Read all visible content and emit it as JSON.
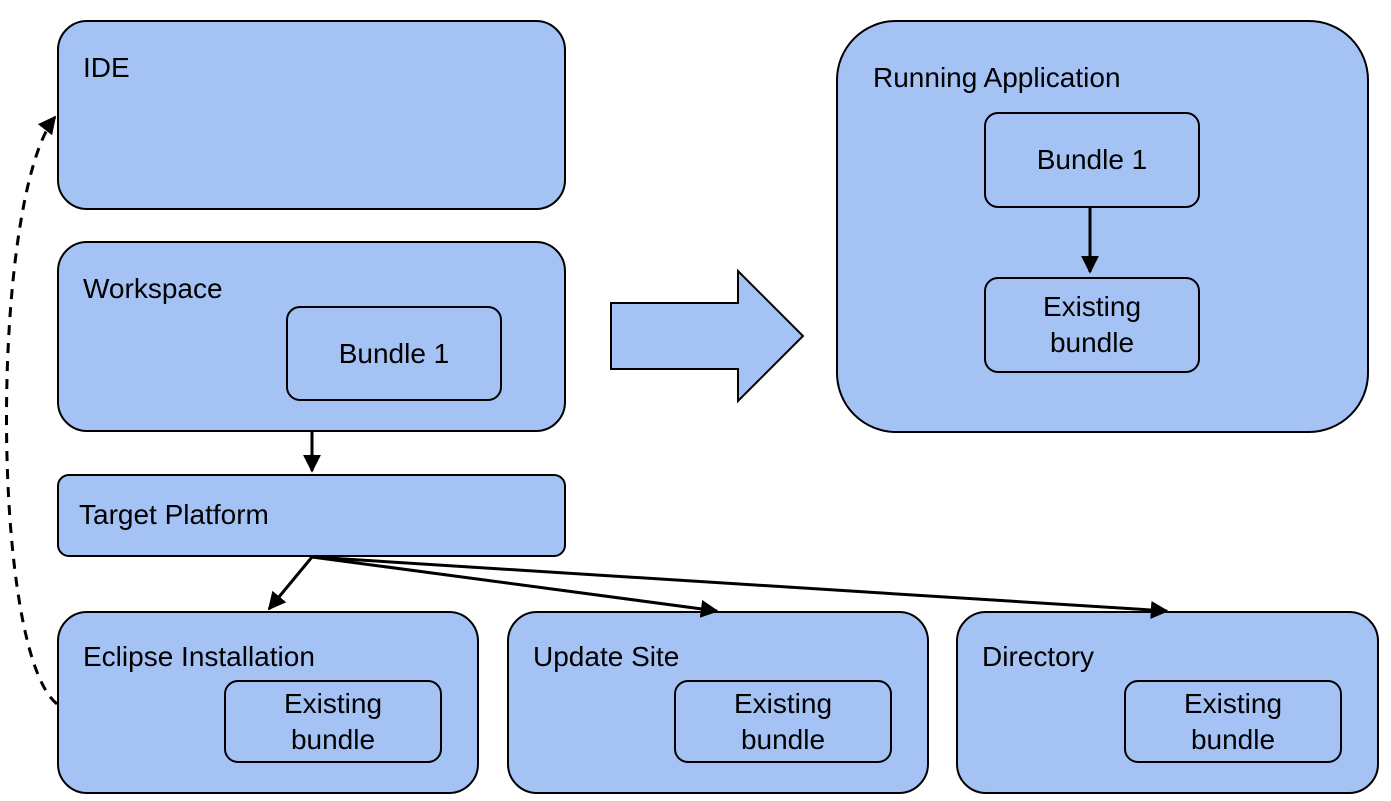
{
  "colors": {
    "box_fill": "#a4c2f4",
    "stroke": "#000000",
    "background": "#ffffff"
  },
  "ide": {
    "title": "IDE"
  },
  "workspace": {
    "title": "Workspace",
    "bundle": "Bundle 1"
  },
  "target_platform": {
    "title": "Target Platform"
  },
  "running_application": {
    "title": "Running Application",
    "bundle": "Bundle 1",
    "existing_line1": "Existing",
    "existing_line2": "bundle"
  },
  "eclipse_installation": {
    "title": "Eclipse Installation",
    "existing_line1": "Existing",
    "existing_line2": "bundle"
  },
  "update_site": {
    "title": "Update Site",
    "existing_line1": "Existing",
    "existing_line2": "bundle"
  },
  "directory": {
    "title": "Directory",
    "existing_line1": "Existing",
    "existing_line2": "bundle"
  }
}
